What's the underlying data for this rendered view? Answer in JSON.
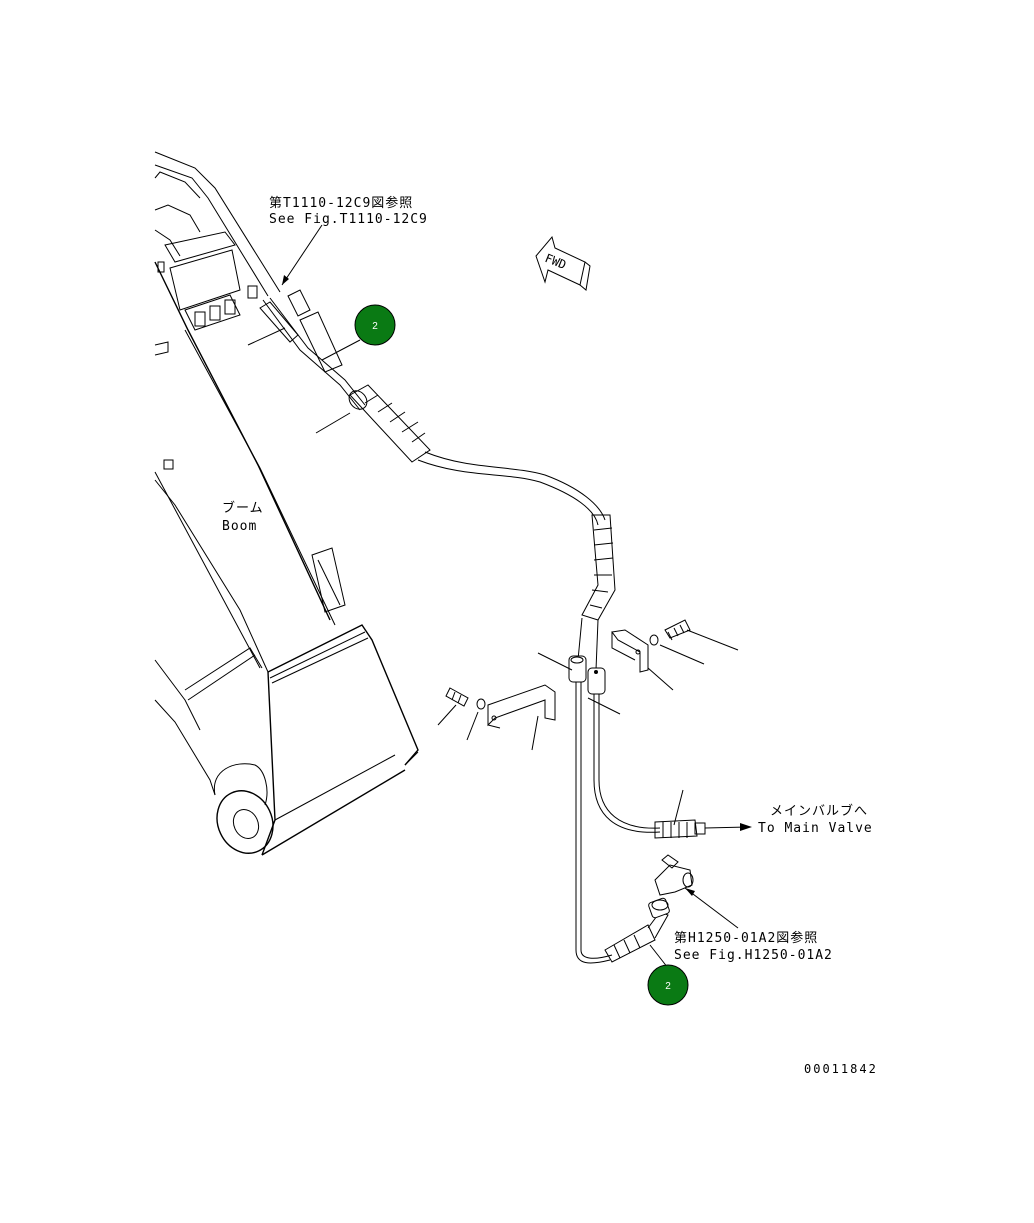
{
  "references": {
    "top_jp": "第T1110-12C9図参照",
    "top_en": "See Fig.T1110-12C9",
    "bottom_jp": "第H1250-01A2図参照",
    "bottom_en": "See Fig.H1250-01A2"
  },
  "boom": {
    "jp": "ブーム",
    "en": "Boom"
  },
  "main_valve": {
    "jp": "メインバルブへ",
    "en": "To Main Valve"
  },
  "fwd_label": "FWD",
  "callouts": [
    {
      "number": "2",
      "color": "#0a7a14"
    },
    {
      "number": "2",
      "color": "#0a7a14"
    }
  ],
  "drawing_number": "00011842"
}
